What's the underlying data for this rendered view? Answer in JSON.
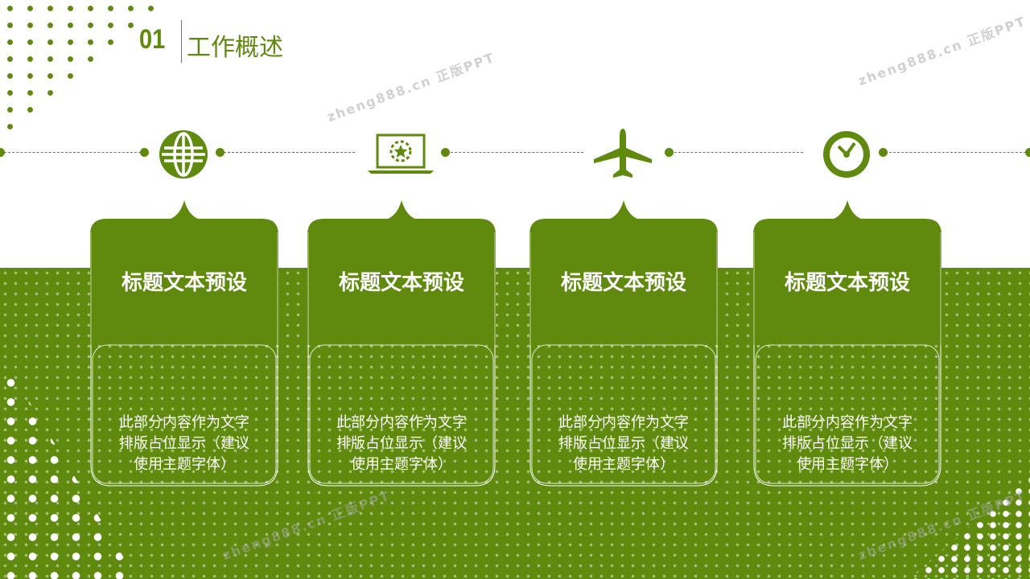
{
  "header": {
    "number": "01",
    "title": "工作概述"
  },
  "colors": {
    "accent": "#5f8a0e"
  },
  "icons": [
    "globe-icon",
    "laptop-star-icon",
    "airplane-icon",
    "clock-icon"
  ],
  "cards": [
    {
      "title": "标题文本预设",
      "body": [
        "此部分内容作为文字",
        "排版占位显示（建议",
        "使用主题字体）"
      ]
    },
    {
      "title": "标题文本预设",
      "body": [
        "此部分内容作为文字",
        "排版占位显示（建议",
        "使用主题字体）"
      ]
    },
    {
      "title": "标题文本预设",
      "body": [
        "此部分内容作为文字",
        "排版占位显示（建议",
        "使用主题字体）"
      ]
    },
    {
      "title": "标题文本预设",
      "body": [
        "此部分内容作为文字",
        "排版占位显示（建议",
        "使用主题字体）"
      ]
    }
  ],
  "watermark": "zheng888.cn 正版PPT"
}
